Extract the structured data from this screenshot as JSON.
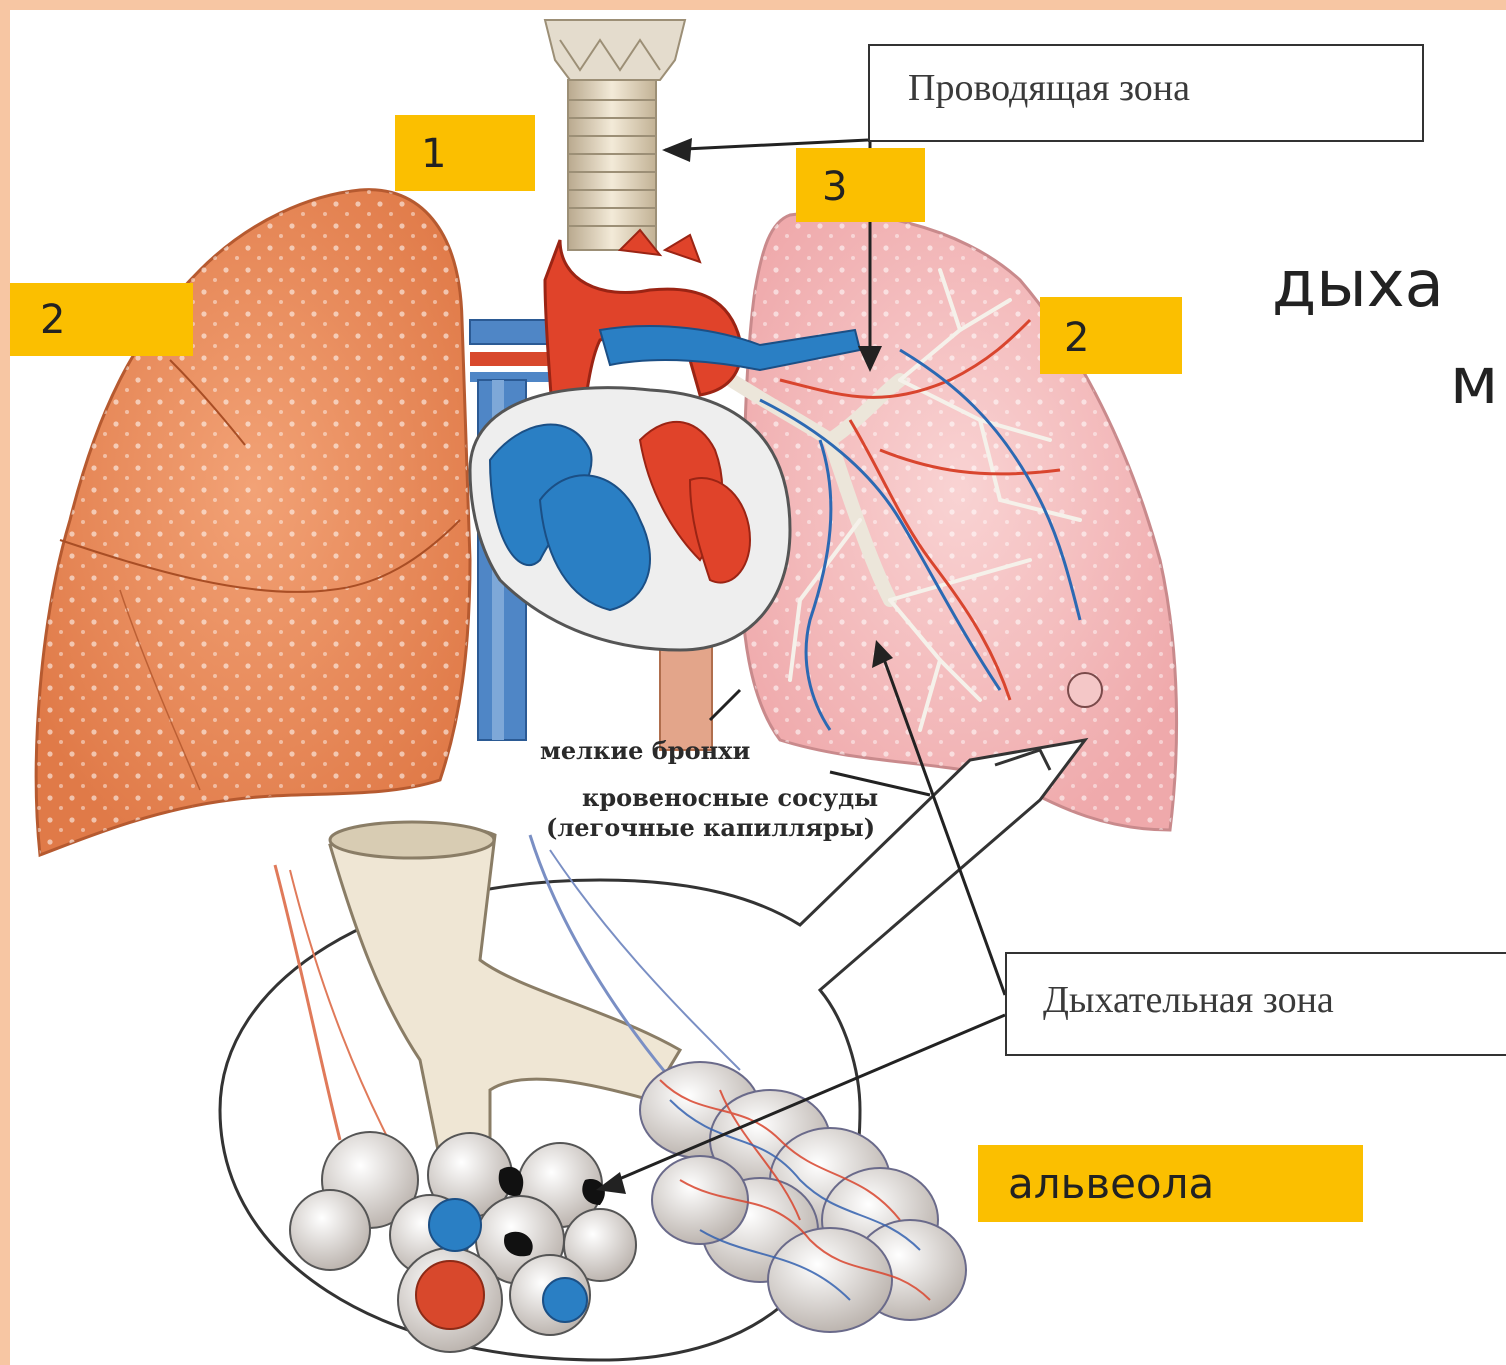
{
  "diagram": {
    "conducting_zone_label": "Проводящая зона",
    "respiratory_zone_label": "Дыхательная зона",
    "small_bronchi_label": "мелкие бронхи",
    "vessels_label_line1": "кровеносные сосуды",
    "vessels_label_line2": "(легочные капилляры)",
    "badges": {
      "trachea": "1",
      "lung_left": "2",
      "lung_right": "2",
      "bronchus": "3",
      "alveolus": "альвеола"
    }
  },
  "slide_title_partial": {
    "line1": "дыха",
    "line2": "м"
  },
  "colors": {
    "frame": "#f7c6a3",
    "badge": "#fbbf00",
    "lung_left": "#e98a5a",
    "lung_right": "#f4bcbc",
    "artery": "#e0432a",
    "vein": "#2a7fc4"
  }
}
